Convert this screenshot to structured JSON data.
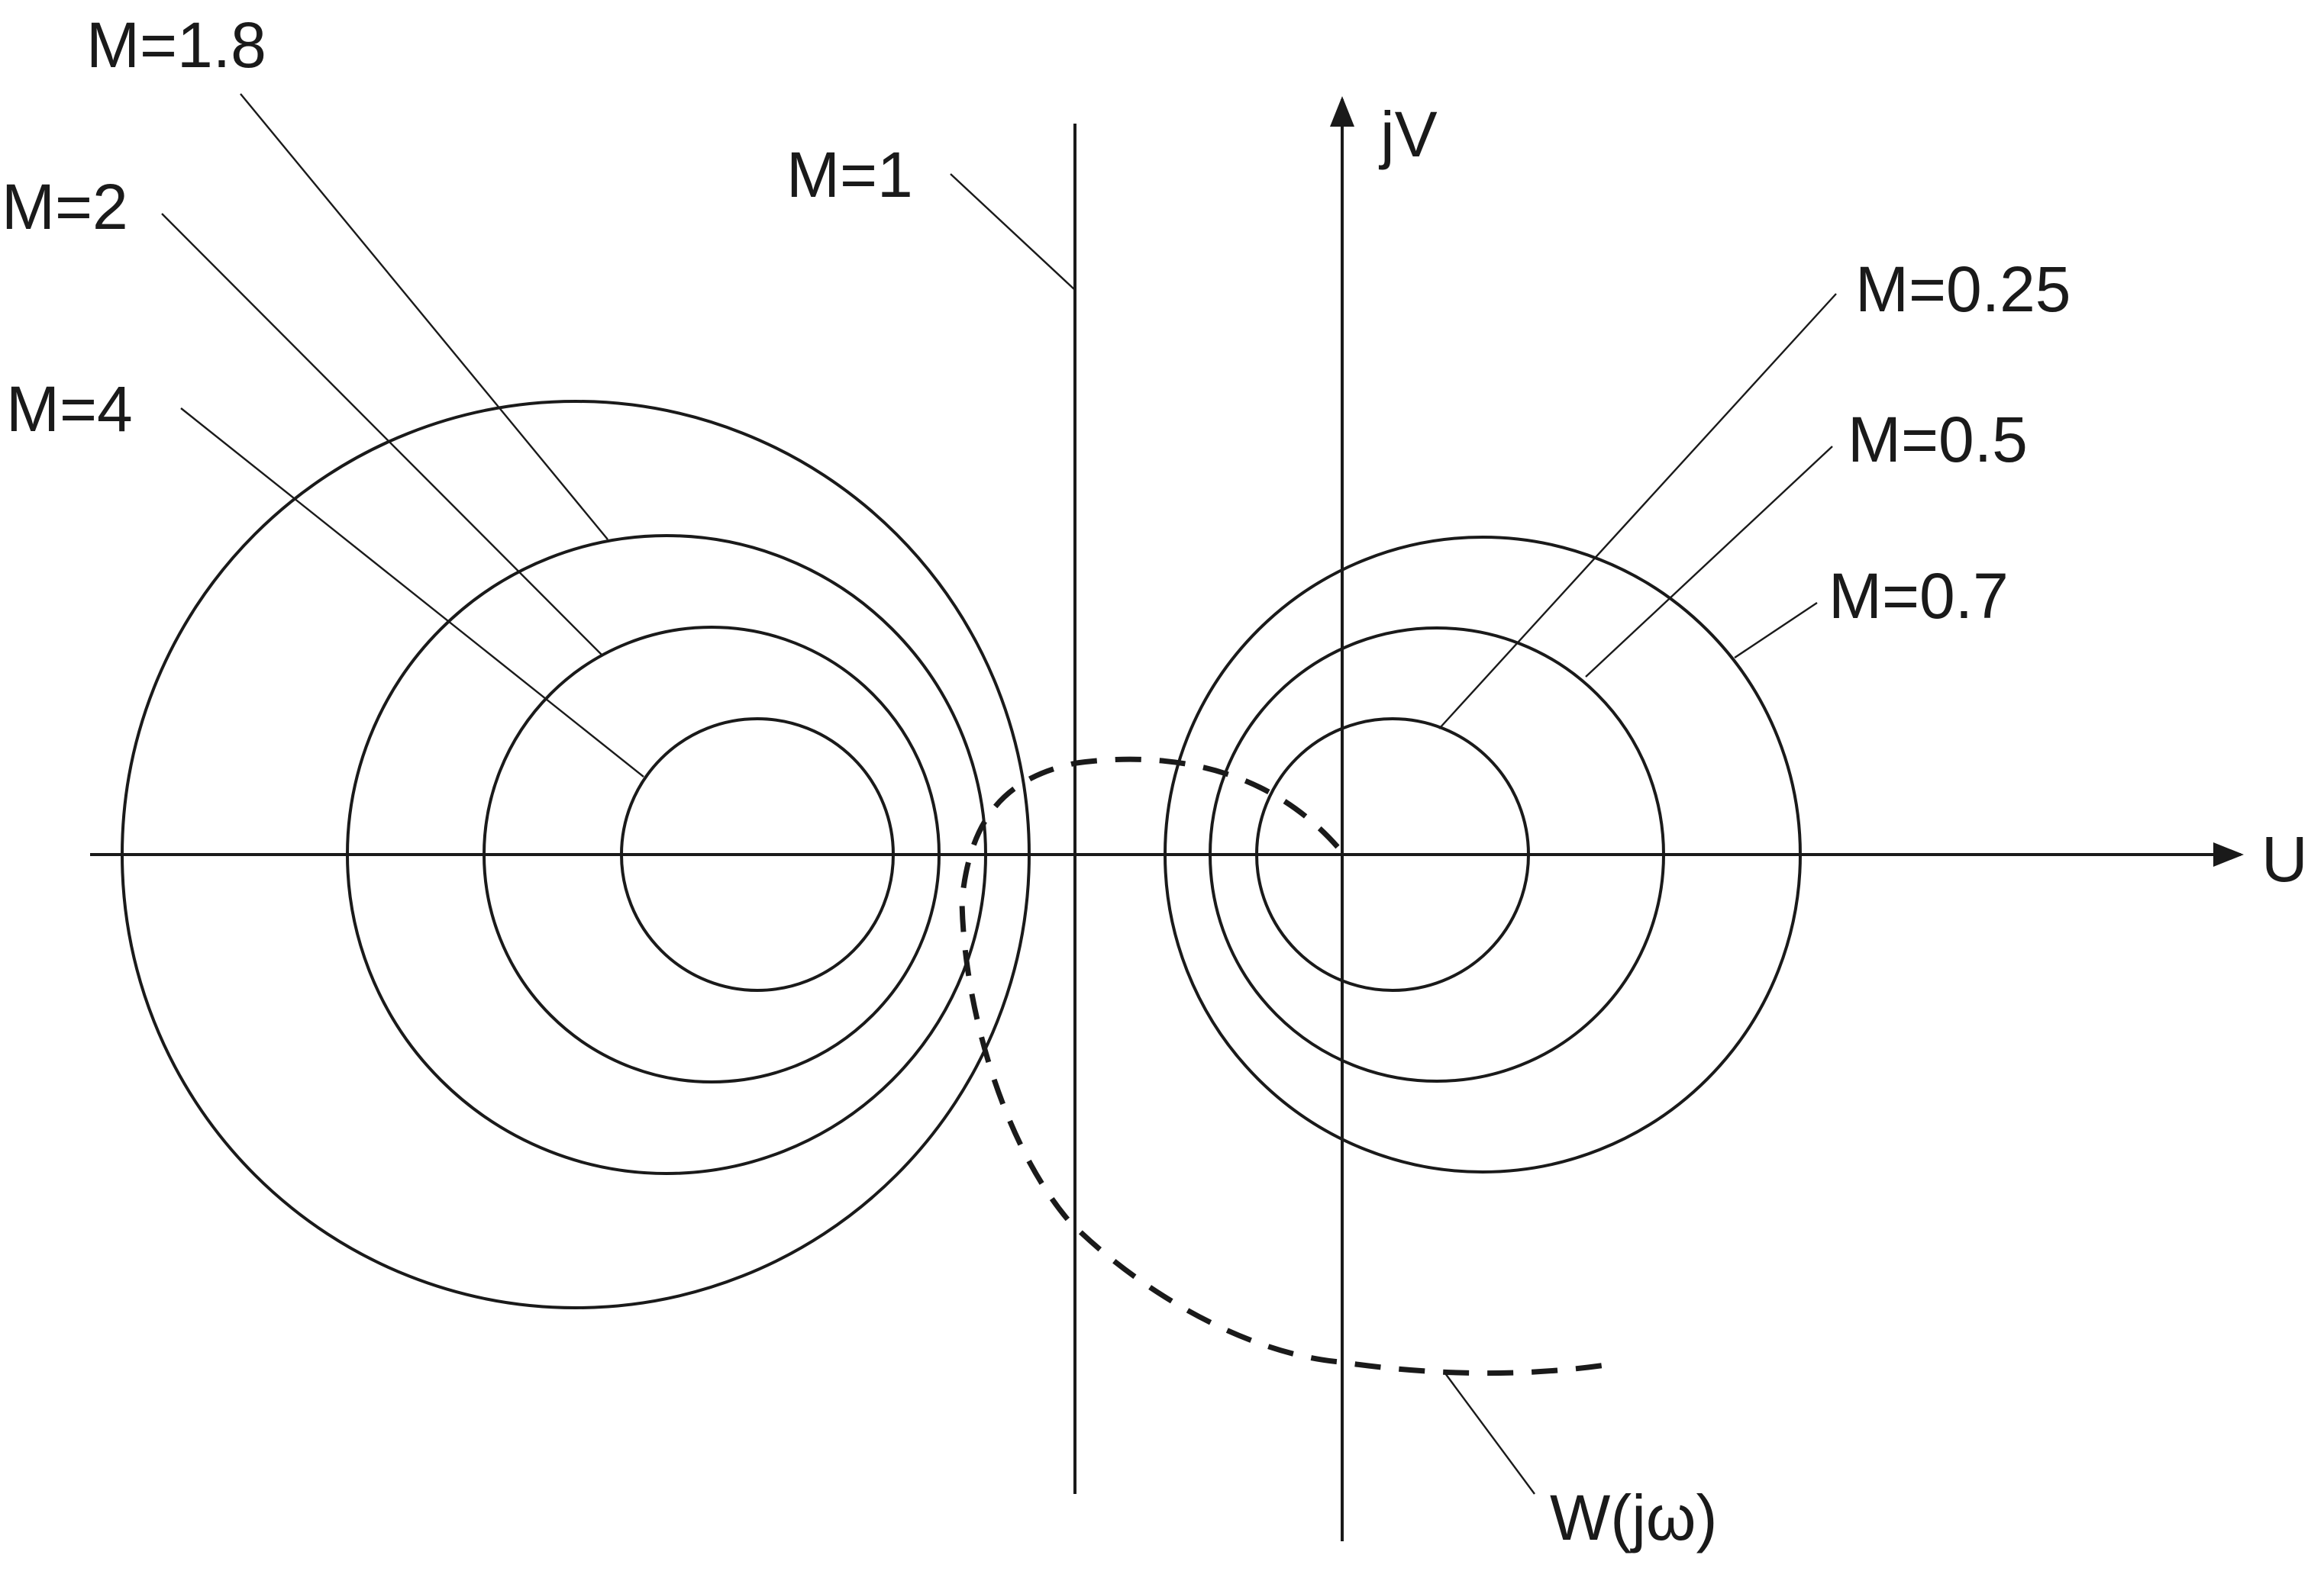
{
  "axes": {
    "horizontal_label": "U",
    "vertical_label": "jV"
  },
  "m_circles": [
    {
      "label": "M=0.25"
    },
    {
      "label": "M=0.5"
    },
    {
      "label": "M=0.7"
    },
    {
      "label": "M=1"
    },
    {
      "label": "M=1.8"
    },
    {
      "label": "M=2"
    },
    {
      "label": "M=4"
    }
  ],
  "curve": {
    "label": "W(jω)",
    "style": "dashed"
  }
}
